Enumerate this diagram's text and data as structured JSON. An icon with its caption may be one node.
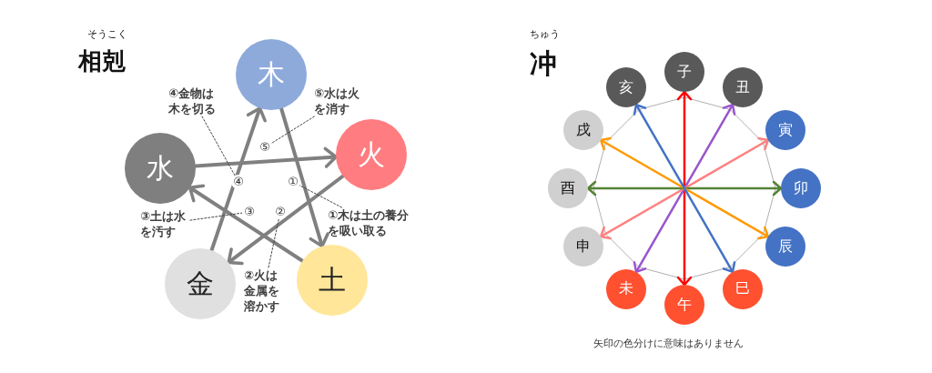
{
  "diagram": {
    "caption": "矢印の色分けに意味はありません",
    "nodes": [
      {
        "text": [
          "木"
        ]
      },
      {
        "text": [
          "火"
        ]
      },
      {
        "text": [
          "土"
        ]
      },
      {
        "text": [
          "金"
        ]
      },
      {
        "text": [
          "水"
        ]
      },
      {
        "text": [
          "①"
        ]
      },
      {
        "text": [
          "②"
        ]
      },
      {
        "text": [
          "③"
        ]
      },
      {
        "text": [
          "④"
        ]
      },
      {
        "text": [
          "⑤"
        ]
      },
      {
        "text": [
          "④金物は木を切る"
        ]
      },
      {
        "text": [
          "⑤水は火を消す"
        ]
      },
      {
        "text": [
          "③土は水を汚す"
        ]
      },
      {
        "text": [
          "①木は土の養分を吸い取る"
        ]
      },
      {
        "text": [
          "②火は金属を溶かす"
        ]
      },
      {
        "text": [
          "子"
        ]
      },
      {
        "text": [
          "丑"
        ]
      },
      {
        "text": [
          "寅"
        ]
      },
      {
        "text": [
          "卯"
        ]
      },
      {
        "text": [
          "辰"
        ]
      },
      {
        "text": [
          "巳"
        ]
      },
      {
        "text": [
          "午"
        ]
      },
      {
        "text": [
          "未"
        ]
      },
      {
        "text": [
          "申"
        ]
      },
      {
        "text": [
          "酉"
        ]
      },
      {
        "text": [
          "戌"
        ]
      },
      {
        "text": [
          "亥"
        ]
      }
    ],
    "edges": [
      {
        "from": 0,
        "to": 2,
        "arrow": "to"
      },
      {
        "from": 2,
        "to": 4,
        "arrow": "to"
      },
      {
        "from": 4,
        "to": 1,
        "arrow": "to"
      },
      {
        "from": 1,
        "to": 3,
        "arrow": "to"
      },
      {
        "from": 3,
        "to": 0,
        "arrow": "to"
      },
      {
        "from": 10,
        "to": 8,
        "arrow": "none",
        "style": "dashed"
      },
      {
        "from": 11,
        "to": 9,
        "arrow": "none",
        "style": "dashed"
      },
      {
        "from": 12,
        "to": 7,
        "arrow": "none",
        "style": "dashed"
      },
      {
        "from": 13,
        "to": 5,
        "arrow": "none",
        "style": "dashed"
      },
      {
        "from": 14,
        "to": 6,
        "arrow": "none",
        "style": "dashed"
      },
      {
        "from": 15,
        "to": 21,
        "arrow": "both",
        "color": "#ff0000"
      },
      {
        "from": 16,
        "to": 22,
        "arrow": "both",
        "color": "#9955cc"
      },
      {
        "from": 17,
        "to": 23,
        "arrow": "both",
        "color": "#ff8080"
      },
      {
        "from": 18,
        "to": 24,
        "arrow": "both",
        "color": "#548235"
      },
      {
        "from": 19,
        "to": 25,
        "arrow": "both",
        "color": "#ff9900"
      },
      {
        "from": 20,
        "to": 26,
        "arrow": "both",
        "color": "#4472c4"
      }
    ],
    "labels": [
      "そうこく",
      "相剋",
      "ちゅう",
      "冲"
    ]
  }
}
